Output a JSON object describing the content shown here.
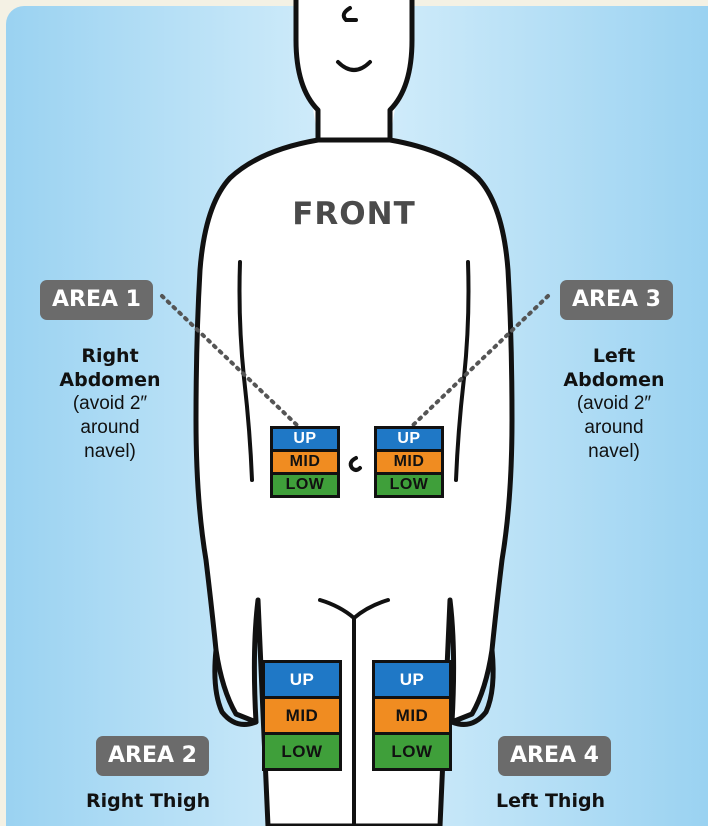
{
  "header": {
    "view_label": "FRONT"
  },
  "zone_labels": {
    "up": "UP",
    "mid": "MID",
    "low": "LOW"
  },
  "colors": {
    "up": "#1f78c6",
    "mid": "#f08c21",
    "low": "#3f9f3a",
    "badge": "#6b6b6b"
  },
  "areas": [
    {
      "badge": "AREA 1",
      "name_line1": "Right",
      "name_line2": "Abdomen",
      "note_line1": "(avoid 2″",
      "note_line2": "around",
      "note_line3": "navel)"
    },
    {
      "badge": "AREA 2",
      "name": "Right Thigh"
    },
    {
      "badge": "AREA 3",
      "name_line1": "Left",
      "name_line2": "Abdomen",
      "note_line1": "(avoid 2″",
      "note_line2": "around",
      "note_line3": "navel)"
    },
    {
      "badge": "AREA 4",
      "name": "Left Thigh"
    }
  ]
}
